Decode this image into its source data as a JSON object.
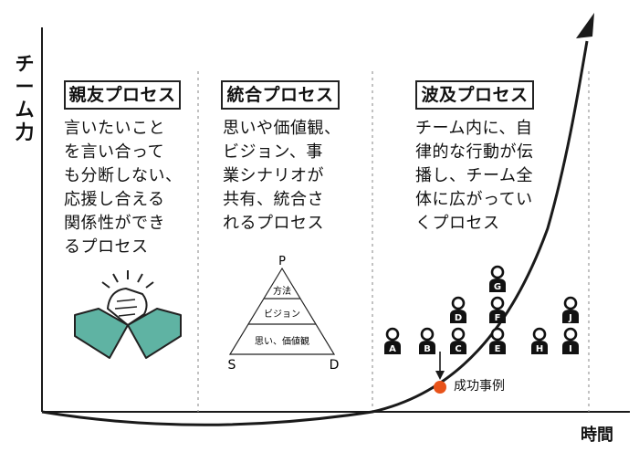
{
  "axis": {
    "y_label": "チーム力",
    "x_label": "時間"
  },
  "phases": [
    {
      "title": "親友プロセス",
      "lines": [
        "言いたいこと",
        "を言い合って",
        "も分断しない、",
        "応援し合える",
        "関係性ができ",
        "るプロセス"
      ]
    },
    {
      "title": "統合プロセス",
      "lines": [
        "思いや価値観、",
        "ビジョン、事",
        "業シナリオが",
        "共有、統合さ",
        "れるプロセス"
      ]
    },
    {
      "title": "波及プロセス",
      "lines": [
        "チーム内に、自",
        "律的な行動が伝",
        "播し、チーム全",
        "体に広がってい",
        "くプロセス"
      ]
    }
  ],
  "pyramid": {
    "apex": "P",
    "left_corner": "S",
    "right_corner": "D",
    "levels": [
      "方法",
      "ビジョン",
      "思い、価値観"
    ]
  },
  "people": [
    "A",
    "B",
    "C",
    "D",
    "E",
    "F",
    "G",
    "H",
    "I",
    "J"
  ],
  "success_label": "成功事例",
  "colors": {
    "accent": "#e8531a",
    "sleeve": "#5fb3a3",
    "line": "#1a1a1a"
  },
  "icons": [
    "handshake-icon",
    "person-icon",
    "arrow-down-icon"
  ]
}
